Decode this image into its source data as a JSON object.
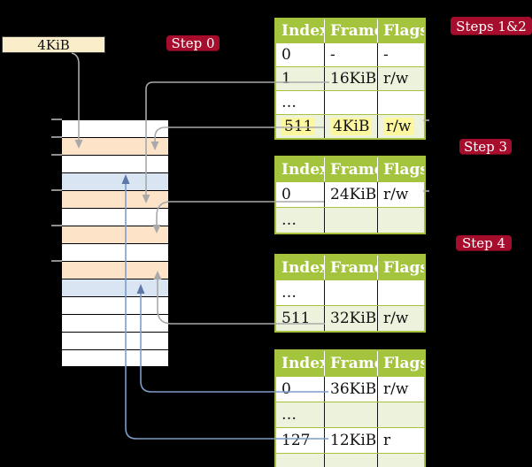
{
  "palette": {
    "background": "#000000",
    "accent_red": "#a60d2c",
    "table_header_green": "#a5c43e",
    "table_border_green": "#a6c23f",
    "table_row_green": "#edf2dd",
    "highlight_yellow": "#fdf7a0",
    "frame_box_yellow": "#faeeca",
    "memory_free": "#ffffff",
    "memory_table": "#fde3c8",
    "memory_page": "#d9e5f3",
    "arrow_gray": "#a9a9a9",
    "arrow_blue": "#7e9ccb",
    "arrow_blue_head": "#5d77a8"
  },
  "labels": {
    "frame_box": "4KiB",
    "step0": "Step 0",
    "steps12": "Steps 1&2",
    "step3": "Step 3",
    "step4": "Step 4"
  },
  "tables": [
    {
      "headers": [
        "Index",
        "Frame",
        "Flags"
      ],
      "rows": [
        {
          "cells": [
            "0",
            "-",
            "-"
          ],
          "shaded": false,
          "highlight": false
        },
        {
          "cells": [
            "1",
            "16KiB",
            "r/w"
          ],
          "shaded": true,
          "highlight": false
        },
        {
          "cells": [
            "…",
            "",
            ""
          ],
          "shaded": false,
          "highlight": false
        },
        {
          "cells": [
            "511",
            "4KiB",
            "r/w"
          ],
          "shaded": true,
          "highlight": true
        }
      ]
    },
    {
      "headers": [
        "Index",
        "Frame",
        "Flags"
      ],
      "rows": [
        {
          "cells": [
            "0",
            "24KiB",
            "r/w"
          ],
          "shaded": false,
          "highlight": false
        },
        {
          "cells": [
            "…",
            "",
            ""
          ],
          "shaded": true,
          "highlight": false
        }
      ]
    },
    {
      "headers": [
        "Index",
        "Frame",
        "Flags"
      ],
      "rows": [
        {
          "cells": [
            "…",
            "",
            ""
          ],
          "shaded": false,
          "highlight": false
        },
        {
          "cells": [
            "511",
            "32KiB",
            "r/w"
          ],
          "shaded": true,
          "highlight": false
        }
      ]
    },
    {
      "headers": [
        "Index",
        "Frame",
        "Flags"
      ],
      "rows": [
        {
          "cells": [
            "0",
            "36KiB",
            "r/w"
          ],
          "shaded": false,
          "highlight": false
        },
        {
          "cells": [
            "…",
            "",
            ""
          ],
          "shaded": true,
          "highlight": false
        },
        {
          "cells": [
            "127",
            "12KiB",
            "r"
          ],
          "shaded": false,
          "highlight": false
        },
        {
          "cells": [
            "…",
            "",
            ""
          ],
          "shaded": true,
          "highlight": false
        }
      ]
    }
  ],
  "memory": {
    "rows": [
      "frame-empty",
      "frame-pagetable",
      "frame-empty",
      "frame-page",
      "frame-pagetable",
      "frame-empty",
      "frame-pagetable",
      "frame-empty",
      "frame-pagetable",
      "frame-page",
      "frame-empty",
      "frame-empty",
      "frame-empty",
      "frame-empty"
    ],
    "tick_rows": [
      0,
      1,
      2,
      4,
      6,
      8
    ]
  }
}
